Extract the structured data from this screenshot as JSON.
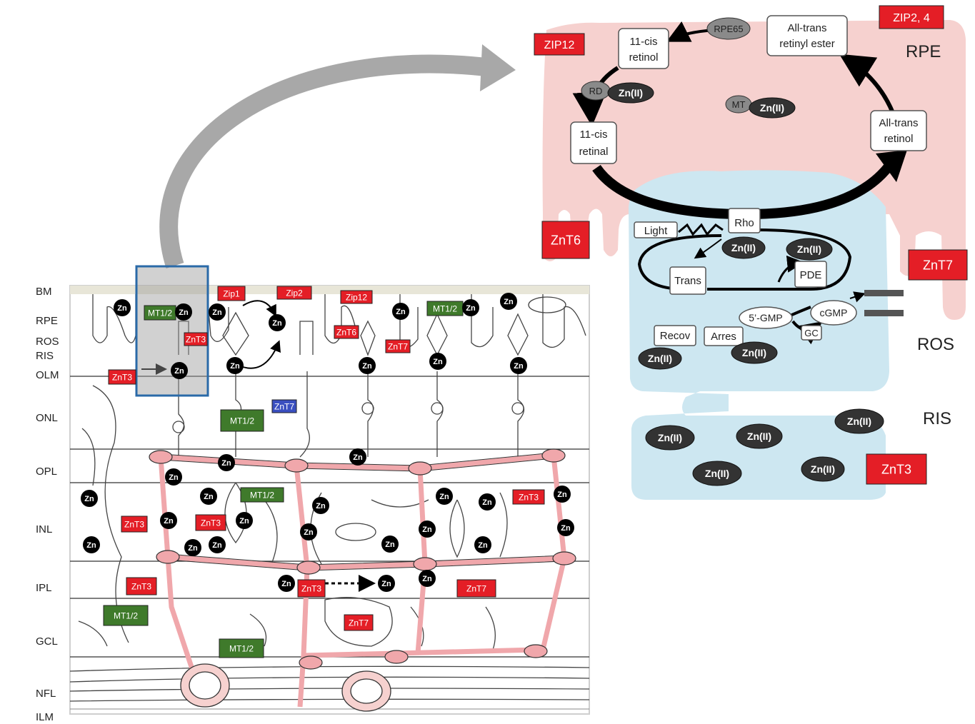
{
  "layers": [
    "BM",
    "RPE",
    "ROS",
    "RIS",
    "OLM",
    "ONL",
    "OPL",
    "INL",
    "IPL",
    "GCL",
    "NFL",
    "ILM"
  ],
  "retina_labels": {
    "zip1": "Zip1",
    "zip2": "Zip2",
    "zip12": "Zip12",
    "mt": "MT1/2",
    "znt3": "ZnT3",
    "znt6": "ZnT6",
    "znt7": "ZnT7",
    "zn": "Zn"
  },
  "rpe_panel": {
    "region_rpe": "RPE",
    "region_ros": "ROS",
    "region_ris": "RIS",
    "zip12": "ZIP12",
    "zip24": "ZIP2, 4",
    "znt6": "ZnT6",
    "znt7": "ZnT7",
    "znt3": "ZnT3",
    "rpe65": "RPE65",
    "cis_retinol": [
      "11-cis",
      "retinol"
    ],
    "retinyl_ester": [
      "All-trans",
      "retinyl ester"
    ],
    "at_retinol": [
      "All-trans",
      "retinol"
    ],
    "cis_retinal": [
      "11-cis",
      "retinal"
    ],
    "rd": "RD",
    "mt": "MT",
    "znii": "Zn(II)",
    "light": "Light",
    "rho": "Rho",
    "trans": "Trans",
    "pde": "PDE",
    "gmp5": "5’-GMP",
    "cgmp": "cGMP",
    "gc": "GC",
    "recov": "Recov",
    "arres": "Arres"
  },
  "colors": {
    "red": "#e41e26",
    "green": "#3f7a2b",
    "blue": "#3a4fc0",
    "pink": "#f6d1cf",
    "vessel": "#f0a7ab",
    "blue_fill": "#cde7f1",
    "dark": "#333333",
    "gray": "#9a9a9a"
  }
}
